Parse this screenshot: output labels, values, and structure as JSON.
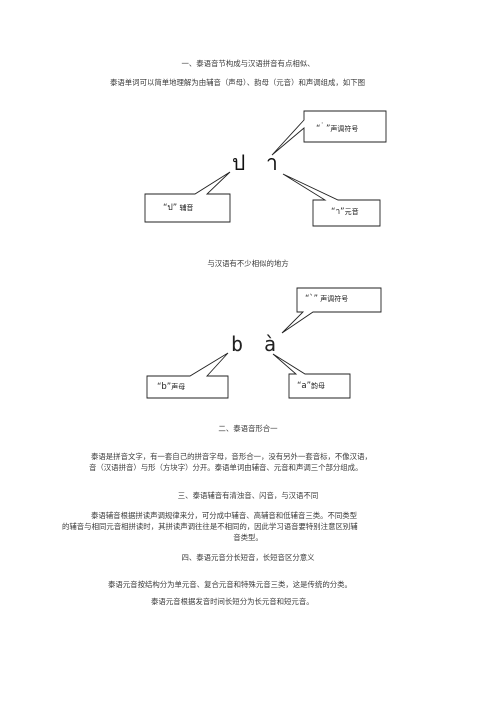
{
  "section1": {
    "heading": "一、泰语音节构成与汉语拼音有点相似、",
    "intro": "泰语单词可以简单地理解为由辅音（声母）、韵母（元音）和声调组成，如下图"
  },
  "diagram1": {
    "syllable_consonant": "ป",
    "syllable_vowel": "า",
    "tone_box": {
      "quote": "“  ่  ”",
      "text": "声调符号"
    },
    "consonant_box": {
      "quote": "“ป”",
      "text": "辅音"
    },
    "vowel_box": {
      "quote": "“า”",
      "text": "元音"
    }
  },
  "compare_text": "与汉语有不少相似的地方",
  "diagram2": {
    "syllable_initial": "b",
    "syllable_final": "à",
    "tone_box": {
      "quote": "“ˋ”",
      "text": "声调符号"
    },
    "initial_box": {
      "quote": "“b”",
      "text": "声母"
    },
    "final_box": {
      "quote": "“a”",
      "text": "韵母"
    }
  },
  "section2": {
    "heading": "二、泰语音形合一",
    "line1": "泰语是拼音文字，有一套自己的拼音字母，音形合一，没有另外一套音标，不像汉语，",
    "line2": "音（汉语拼音）与形（方块字）分开。泰语单词由辅音、元音和声调三个部分组成。"
  },
  "section3": {
    "heading": "三、泰语辅音有清浊音、闪音，与汉语不同",
    "line1": "泰语辅音根据拼读声调规律来分，可分成中辅音、高辅音和低辅音三类。不同类型",
    "line2": "的辅音与相同元音相拼读时，其拼读声调往往是不相同的，因此学习语音要特别注意区别辅",
    "line3": "音类型。"
  },
  "section4": {
    "heading": "四、泰语元音分长短音，长短音区分意义",
    "line1": "泰语元音按结构分为单元音、复合元音和特殊元音三类，这是传统的分类。",
    "line2": "泰语元音根据发音时间长短分为长元音和短元音。"
  }
}
